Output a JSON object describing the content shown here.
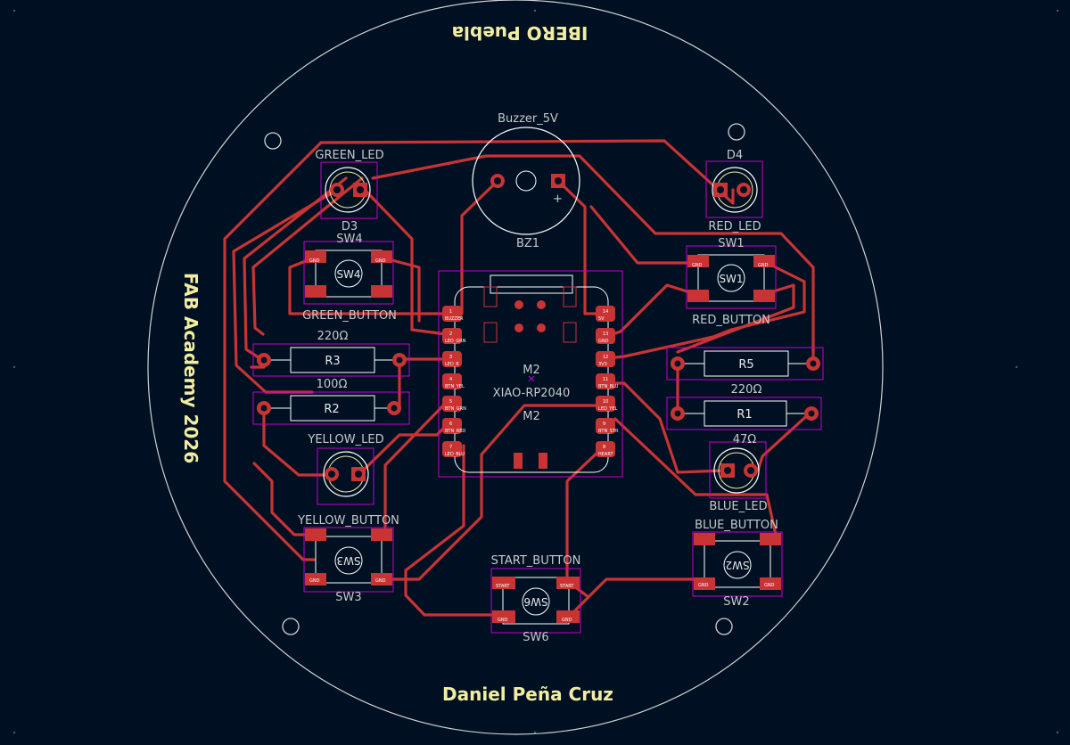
{
  "board": {
    "top_text": "IBERO Puebla",
    "left_text": "FAB Academy 2026",
    "bottom_text": "Daniel Peña Cruz",
    "colors": {
      "background": "#001023",
      "copper": "#c83434",
      "courtyard": "#c800c8",
      "silkscreen": "#f2eda1",
      "edge": "#d0d0d0"
    }
  },
  "components": {
    "buzzer": {
      "value": "Buzzer_5V",
      "ref": "BZ1",
      "plus": "+"
    },
    "green_led": {
      "value": "GREEN_LED",
      "ref": "D3"
    },
    "red_led": {
      "value": "RED_LED",
      "ref": "D4"
    },
    "yellow_led": {
      "value": "YELLOW_LED"
    },
    "blue_led": {
      "value": "BLUE_LED"
    },
    "sw4": {
      "ref": "SW4",
      "value": "GREEN_BUTTON",
      "mark": "SW4",
      "gnd": "GND"
    },
    "sw1": {
      "ref": "SW1",
      "value": "RED_BUTTON",
      "mark": "SW1",
      "gnd": "GND"
    },
    "sw3": {
      "ref": "SW3",
      "value": "YELLOW_BUTTON",
      "mark": "SW3",
      "gnd": "GND"
    },
    "sw2": {
      "ref": "SW2",
      "value": "BLUE_BUTTON",
      "mark": "SW2",
      "gnd": "GND"
    },
    "sw6": {
      "ref": "SW6",
      "value": "START_BUTTON",
      "mark": "SW6",
      "gnd": "GND",
      "start": "START"
    },
    "r3": {
      "ref": "R3",
      "value": "220Ω"
    },
    "r2": {
      "ref": "R2",
      "value": "100Ω"
    },
    "r5": {
      "ref": "R5",
      "value": "220Ω"
    },
    "r1": {
      "ref": "R1",
      "value": "47Ω"
    },
    "xiao": {
      "ref": "M2",
      "value": "XIAO-RP2040",
      "ref2": "M2"
    }
  },
  "xiao_pins": {
    "left": [
      "1",
      "2",
      "3",
      "4",
      "5",
      "6",
      "7"
    ],
    "right": [
      "14",
      "13",
      "12",
      "11",
      "10",
      "9",
      "8"
    ],
    "left_labels": [
      "BUZZER",
      "LED_GRN",
      "LED_R",
      "BTN_YEL",
      "BTN_GRN",
      "BTN_RED",
      "LED_BLU"
    ],
    "right_labels": [
      "5V",
      "GND",
      "3V3",
      "BTN_BLU",
      "LED_YEL",
      "BTN_STR",
      "HEART"
    ]
  }
}
